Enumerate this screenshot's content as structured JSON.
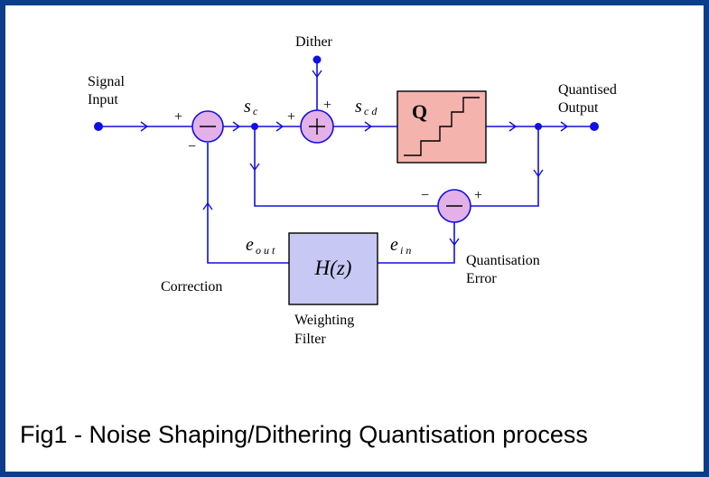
{
  "labels": {
    "signal_input_1": "Signal",
    "signal_input_2": "Input",
    "dither": "Dither",
    "quantised_output_1": "Quantised",
    "quantised_output_2": "Output",
    "correction": "Correction",
    "weighting_filter_1": "Weighting",
    "weighting_filter_2": "Filter",
    "quantisation_error_1": "Quantisation",
    "quantisation_error_2": "Error",
    "s_c_base": "s",
    "s_c_sub": "c",
    "s_cd_base": "s",
    "s_cd_sub": "c d",
    "e_out_base": "e",
    "e_out_sub": "o u t",
    "e_in_base": "e",
    "e_in_sub": "i n",
    "q_block": "Q",
    "filter_block": "H(z)"
  },
  "signs": {
    "sum1_plus": "+",
    "sum1_minus": "−",
    "sum2_plus_left": "+",
    "sum2_plus_top": "+",
    "sum3_minus": "−",
    "sum3_plus": "+",
    "op_minus": "−",
    "op_plus": "+"
  },
  "caption": "Fig1 - Noise Shaping/Dithering Quantisation process",
  "colors": {
    "line": "#1010e0",
    "border": "#0a3d8c",
    "summer_fill": "#e3b0e8",
    "q_fill": "#f4b3ad",
    "filter_fill": "#c8c8f4"
  }
}
